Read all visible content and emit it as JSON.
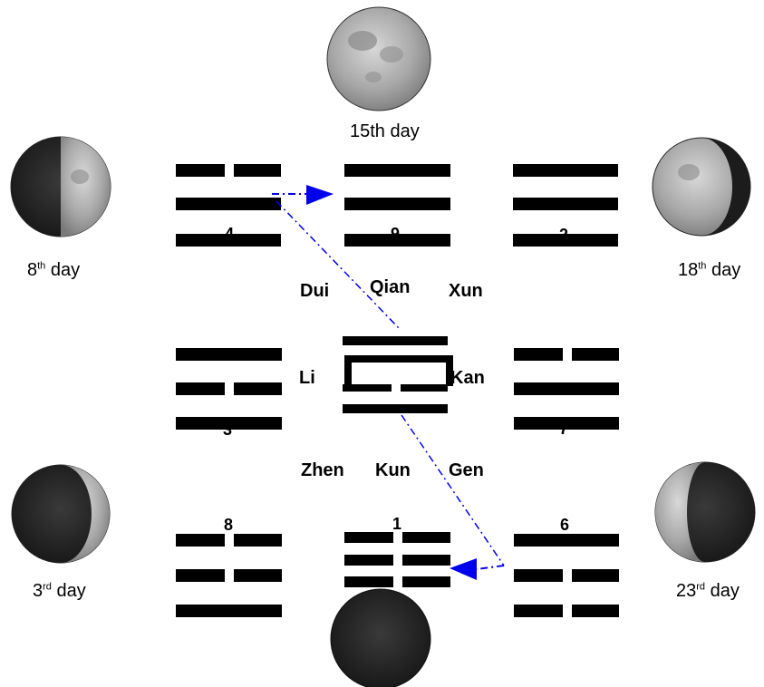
{
  "moons": [
    {
      "id": "full",
      "label_num": "15th",
      "label_sup": "",
      "label_rest": " day",
      "phase": "full"
    },
    {
      "id": "d8",
      "label_num": "8",
      "label_sup": "th",
      "label_rest": " day",
      "phase": "first-quarter"
    },
    {
      "id": "d18",
      "label_num": "18",
      "label_sup": "th",
      "label_rest": " day",
      "phase": "waning-gibbous"
    },
    {
      "id": "d3",
      "label_num": "3",
      "label_sup": "rd",
      "label_rest": " day",
      "phase": "waxing-crescent"
    },
    {
      "id": "d23",
      "label_num": "23",
      "label_sup": "rd",
      "label_rest": " day",
      "phase": "last-quarter"
    },
    {
      "id": "new",
      "phase": "new"
    }
  ],
  "trigram_names": {
    "dui": "Dui",
    "qian": "Qian",
    "xun": "Xun",
    "li": "Li",
    "kan": "Kan",
    "zhen": "Zhen",
    "kun": "Kun",
    "gen": "Gen"
  },
  "trigram_numbers": {
    "top_left": "4",
    "top_center": "9",
    "top_right": "2",
    "mid_left": "3",
    "mid_right": "7",
    "bot_left": "8",
    "bot_center": "1",
    "bot_right": "6"
  },
  "colors": {
    "arrow": "#0000ee",
    "lines": "#000000"
  }
}
